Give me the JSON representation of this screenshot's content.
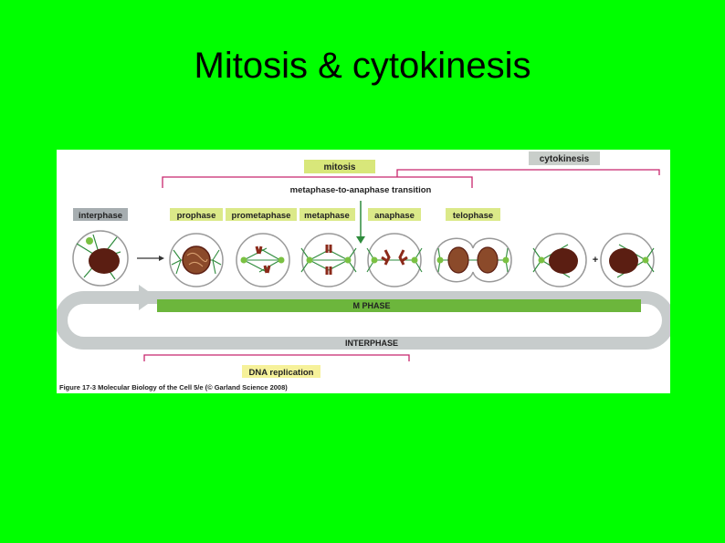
{
  "slide": {
    "title": "Mitosis & cytokinesis"
  },
  "figure": {
    "header_mitosis": "mitosis",
    "header_cytokinesis": "cytokinesis",
    "transition": "metaphase-to-anaphase transition",
    "stages": {
      "interphase": "interphase",
      "prophase": "prophase",
      "prometaphase": "prometaphase",
      "metaphase": "metaphase",
      "anaphase": "anaphase",
      "telophase": "telophase"
    },
    "plus_sign": "+",
    "m_phase": "M PHASE",
    "interphase_band": "INTERPHASE",
    "dna_replication": "DNA replication",
    "caption": "Figure 17-3  Molecular Biology of the Cell 5/e (© Garland Science 2008)"
  },
  "colors": {
    "background": "#00ff00",
    "mitosis_label_bg": "#d8e77a",
    "cytokinesis_label_bg": "#c9ceca",
    "interphase_label_bg": "#a6adb0",
    "stage_label_bg": "#dbe989",
    "m_phase_bar": "#6cb63c",
    "interphase_bar": "#c7cccc",
    "bracket_pink": "#c8266d",
    "nucleus_brown": "#5b1e12",
    "spindle_green": "#2e8b3c",
    "dna_label_bg": "#f6f19a"
  }
}
